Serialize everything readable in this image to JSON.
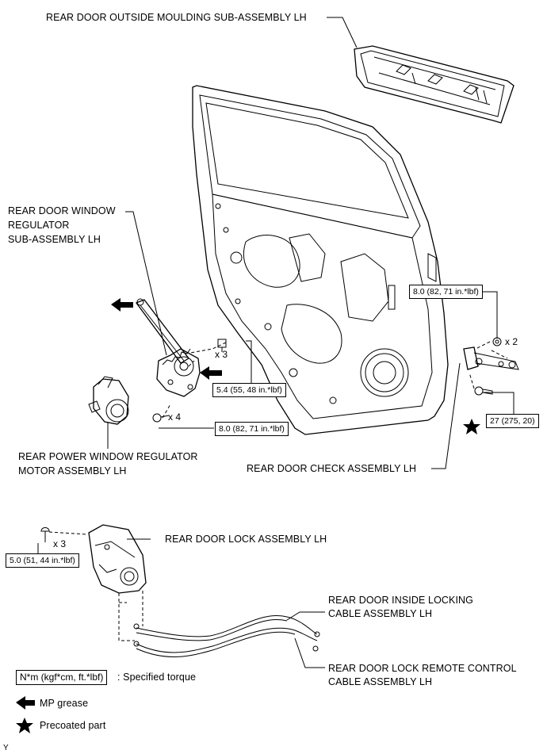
{
  "labels": {
    "outside_moulding": "REAR DOOR OUTSIDE MOULDING SUB-ASSEMBLY LH",
    "regulator": [
      "REAR DOOR WINDOW",
      "REGULATOR",
      "SUB-ASSEMBLY LH"
    ],
    "motor": [
      "REAR POWER WINDOW REGULATOR",
      "MOTOR ASSEMBLY LH"
    ],
    "door_check": "REAR DOOR CHECK ASSEMBLY LH",
    "door_lock": "REAR DOOR LOCK ASSEMBLY LH",
    "locking_cable": [
      "REAR DOOR INSIDE LOCKING",
      "CABLE ASSEMBLY LH"
    ],
    "remote_cable": [
      "REAR DOOR LOCK REMOTE CONTROL",
      "CABLE ASSEMBLY LH"
    ]
  },
  "torques": {
    "check_nut": "8.0 (82, 71 in.*lbf)",
    "regulator_bolt": "5.4 (55, 48 in.*lbf)",
    "motor_bolt": "8.0 (82, 71 in.*lbf)",
    "check_bolt": "27 (275, 20)",
    "lock_screw": "5.0 (51, 44 in.*lbf)"
  },
  "quantities": {
    "regulator_bolt": "x 3",
    "motor_bolt": "x 4",
    "check_nut": "x 2",
    "lock_screw": "x 3"
  },
  "legend": {
    "torque_box": "N*m (kgf*cm, ft.*lbf)",
    "torque_text": ": Specified torque",
    "grease_text": "MP grease",
    "precoat_text": "Precoated part"
  },
  "corner_mark": "Y"
}
